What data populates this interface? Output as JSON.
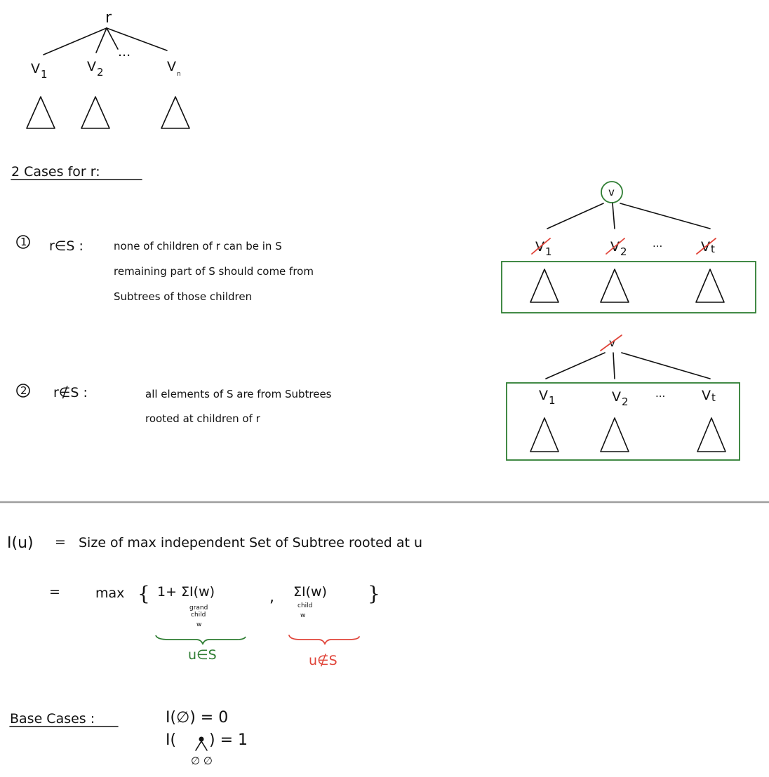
{
  "top_tree": {
    "root": "r",
    "children": [
      "v1",
      "v2",
      "vn"
    ],
    "child_labels": {
      "v1": "V",
      "v1_sub": "1",
      "v2": "V",
      "v2_sub": "2",
      "vn": "V",
      "vn_sub": "n"
    },
    "ellipsis": "..."
  },
  "cases_heading": "2 Cases for r:",
  "case1": {
    "number": "1",
    "condition": "r∈S :",
    "line1": "none   of children of r   can be in S",
    "line2": "remaining   part   of S   should   come from",
    "line3": "Subtrees   of   those   children"
  },
  "case2": {
    "number": "2",
    "condition": "r∉S :",
    "line1": "all   elements  of S   are   from Subtrees",
    "line2": "rooted  at   children  of r"
  },
  "tree_case1": {
    "root": "v",
    "children": [
      "V",
      "V",
      "V"
    ],
    "subs": [
      "1",
      "2",
      "t"
    ],
    "ellipsis": "..."
  },
  "tree_case2": {
    "root": "v",
    "children": [
      "V",
      "V",
      "V"
    ],
    "subs": [
      "1",
      "2",
      "t"
    ],
    "ellipsis": "..."
  },
  "definition": {
    "lhs": "I(u)",
    "eq": "=",
    "text": "Size  of  max  independent  Set  of  Subtree  rooted  at  u"
  },
  "recurrence": {
    "eq": "=",
    "max": "max",
    "open_brace": "{",
    "term1": "1+  ΣI(w)",
    "term1_under1": "grand",
    "term1_under2": "child",
    "term1_under3": "w",
    "comma": ",",
    "term2": "ΣI(w)",
    "term2_under1": "child",
    "term2_under2": "w",
    "close_brace": "}",
    "green_label": "u∈S",
    "red_label": "u∉S"
  },
  "base_cases": {
    "heading": "Base Cases :",
    "case1": "I(∅)  =  0",
    "case2_lhs": "I(",
    "case2_rhs": ")  =  1",
    "case2_leaves": "∅ ∅"
  },
  "colors": {
    "green": "#2e7d32",
    "red": "#e0453a",
    "divider": "#9e9e9e"
  }
}
